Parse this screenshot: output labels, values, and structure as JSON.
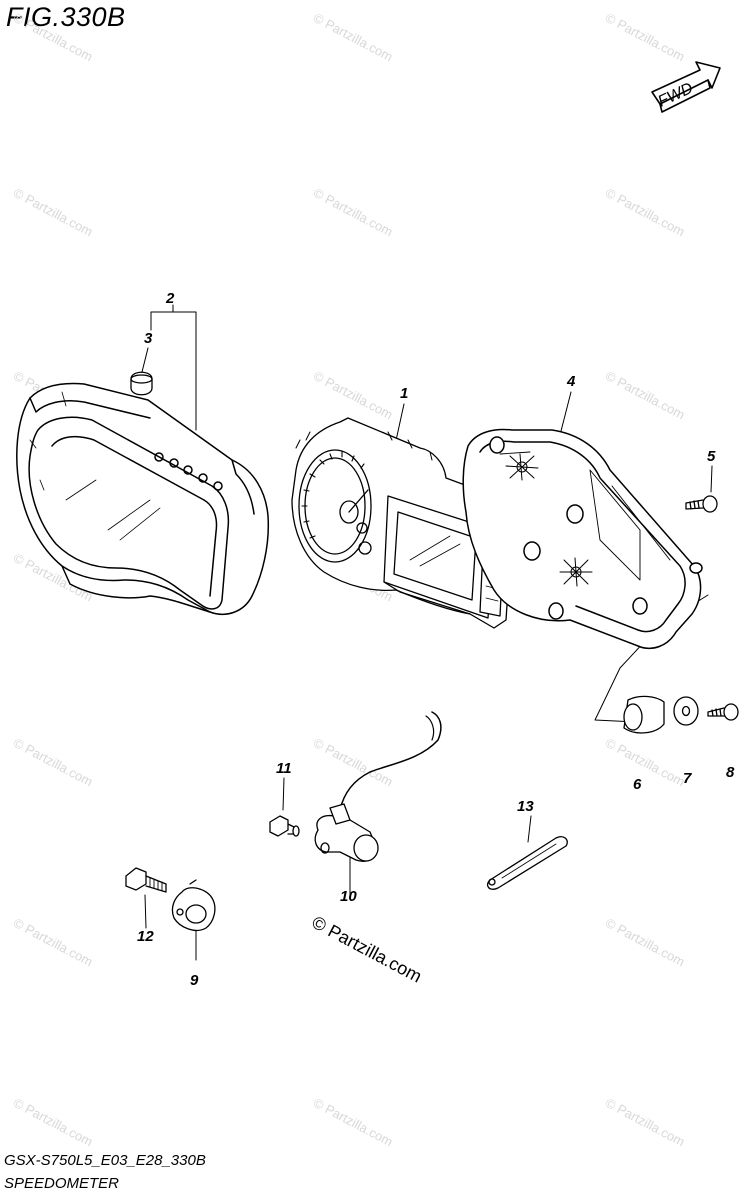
{
  "figure": {
    "title": "FIG.330B",
    "fwd_label": "FWD",
    "model_code": "GSX-S750L5_E03_E28_330B",
    "section_name": "SPEEDOMETER"
  },
  "callouts": [
    "1",
    "2",
    "3",
    "4",
    "5",
    "6",
    "7",
    "8",
    "9",
    "10",
    "11",
    "12",
    "13"
  ],
  "watermark": {
    "text": "© Partzilla.com",
    "main_copyright": "© Partzilla.com"
  },
  "colors": {
    "line": "#000000",
    "watermark": "#d8d8d8",
    "background": "#ffffff"
  }
}
